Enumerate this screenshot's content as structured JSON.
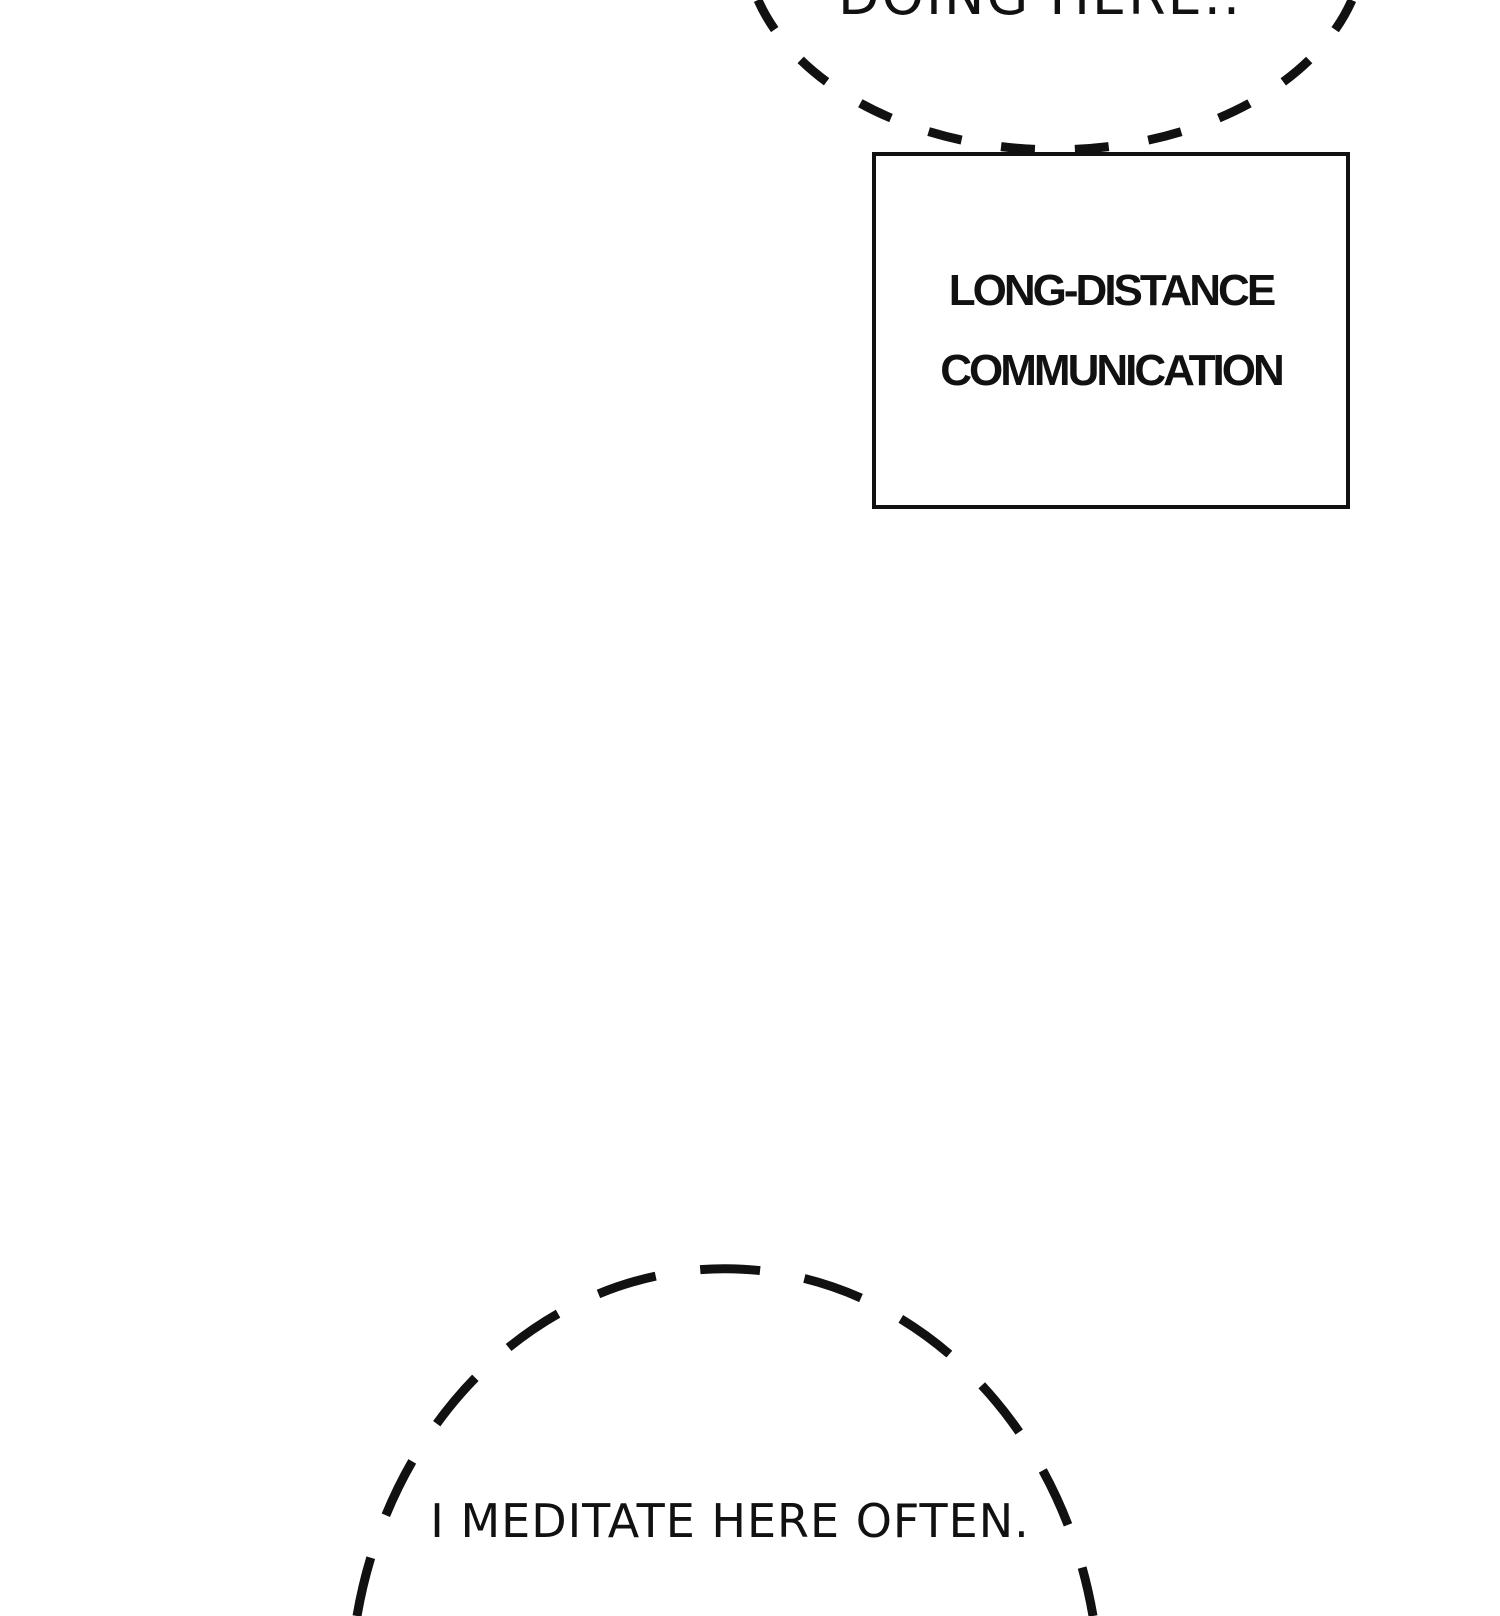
{
  "panels": {
    "top_bubble": {
      "text": "DOING HERE.."
    },
    "caption_box": {
      "lines": [
        "LONG-DISTANCE",
        "COMMUNICATION"
      ]
    },
    "bottom_bubble": {
      "text": "I MEDITATE HERE OFTEN."
    }
  },
  "colors": {
    "ink": "#111111",
    "background": "#ffffff"
  }
}
